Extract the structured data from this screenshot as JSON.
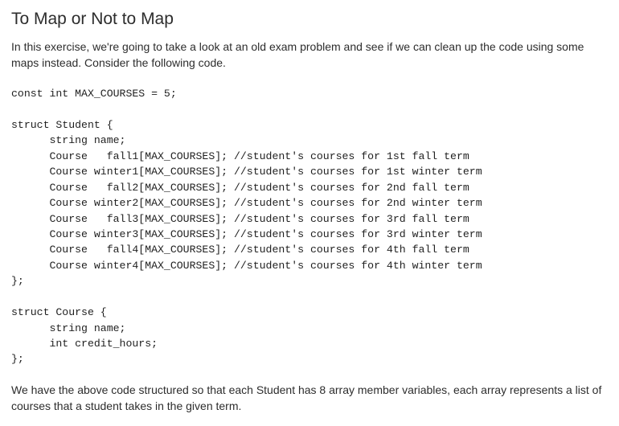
{
  "document": {
    "title": "To Map or Not to Map",
    "intro": "In this exercise, we're going to take a look at an old exam problem and see if we can clean up the code using some maps instead.  Consider the following code.",
    "code_lines": [
      "const int MAX_COURSES = 5;",
      "",
      "struct Student {",
      "      string name;",
      "      Course   fall1[MAX_COURSES]; //student's courses for 1st fall term",
      "      Course winter1[MAX_COURSES]; //student's courses for 1st winter term",
      "      Course   fall2[MAX_COURSES]; //student's courses for 2nd fall term",
      "      Course winter2[MAX_COURSES]; //student's courses for 2nd winter term",
      "      Course   fall3[MAX_COURSES]; //student's courses for 3rd fall term",
      "      Course winter3[MAX_COURSES]; //student's courses for 3rd winter term",
      "      Course   fall4[MAX_COURSES]; //student's courses for 4th fall term",
      "      Course winter4[MAX_COURSES]; //student's courses for 4th winter term",
      "};",
      "",
      "struct Course {",
      "      string name;",
      "      int credit_hours;",
      "};"
    ],
    "outro": "We have the above code structured so that each Student has 8 array member variables, each array represents a list of courses that a student takes in the given term."
  }
}
